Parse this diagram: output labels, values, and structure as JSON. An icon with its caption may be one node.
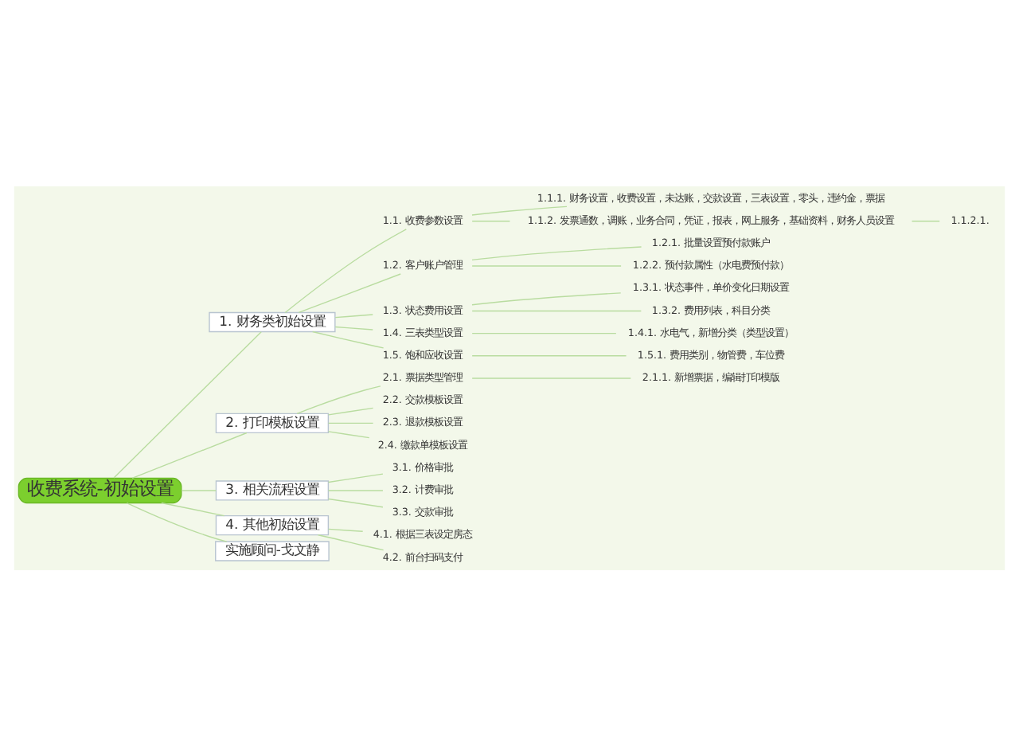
{
  "diagram": {
    "nodes": [
      {
        "text": [
          "收费系统-初始设置"
        ]
      },
      {
        "text": [
          "1. 财务类初始设置"
        ]
      },
      {
        "text": [
          "1.1. 收费参数设置"
        ]
      },
      {
        "text": [
          "1.1.1. 财务设置，收费设置，未达账，交款设置，三表设置，零头，违约金，票据"
        ]
      },
      {
        "text": [
          "1.1.2. 发票通数，调账，业务合同，凭证，报表，网上服务，基础资料，财务人员设置"
        ]
      },
      {
        "text": [
          "1.1.2.1."
        ]
      },
      {
        "text": [
          "1.2. 客户账户管理"
        ]
      },
      {
        "text": [
          "1.2.1. 批量设置预付款账户"
        ]
      },
      {
        "text": [
          "1.2.2. 预付款属性（水电费预付款）"
        ]
      },
      {
        "text": [
          "1.3. 状态费用设置"
        ]
      },
      {
        "text": [
          "1.3.1. 状态事件，单价变化日期设置"
        ]
      },
      {
        "text": [
          "1.3.2. 费用列表，科目分类"
        ]
      },
      {
        "text": [
          "1.4. 三表类型设置"
        ]
      },
      {
        "text": [
          "1.4.1. 水电气，新增分类（类型设置）"
        ]
      },
      {
        "text": [
          "1.5. 饱和应收设置"
        ]
      },
      {
        "text": [
          "1.5.1. 费用类别，物管费，车位费"
        ]
      },
      {
        "text": [
          "2. 打印模板设置"
        ]
      },
      {
        "text": [
          "2.1. 票据类型管理"
        ]
      },
      {
        "text": [
          "2.1.1. 新增票据，编辑打印模版"
        ]
      },
      {
        "text": [
          "2.2. 交款模板设置"
        ]
      },
      {
        "text": [
          "2.3. 退款模板设置"
        ]
      },
      {
        "text": [
          "2.4. 缴款单模板设置"
        ]
      },
      {
        "text": [
          "3. 相关流程设置"
        ]
      },
      {
        "text": [
          "3.1. 价格审批"
        ]
      },
      {
        "text": [
          "3.2. 计费审批"
        ]
      },
      {
        "text": [
          "3.3. 交款审批"
        ]
      },
      {
        "text": [
          "4. 其他初始设置"
        ]
      },
      {
        "text": [
          "4.1. 根据三表设定房态"
        ]
      },
      {
        "text": [
          "4.2. 前台扫码支付"
        ]
      },
      {
        "text": [
          "实施顾问-戈文静"
        ]
      }
    ],
    "edges": [
      {
        "from": 0,
        "to": 1,
        "arrow": "none"
      },
      {
        "from": 1,
        "to": 2,
        "arrow": "none"
      },
      {
        "from": 2,
        "to": 3,
        "arrow": "none"
      },
      {
        "from": 2,
        "to": 4,
        "arrow": "none"
      },
      {
        "from": 4,
        "to": 5,
        "arrow": "none"
      },
      {
        "from": 1,
        "to": 6,
        "arrow": "none"
      },
      {
        "from": 6,
        "to": 7,
        "arrow": "none"
      },
      {
        "from": 6,
        "to": 8,
        "arrow": "none"
      },
      {
        "from": 1,
        "to": 9,
        "arrow": "none"
      },
      {
        "from": 9,
        "to": 10,
        "arrow": "none"
      },
      {
        "from": 9,
        "to": 11,
        "arrow": "none"
      },
      {
        "from": 1,
        "to": 12,
        "arrow": "none"
      },
      {
        "from": 12,
        "to": 13,
        "arrow": "none"
      },
      {
        "from": 1,
        "to": 14,
        "arrow": "none"
      },
      {
        "from": 14,
        "to": 15,
        "arrow": "none"
      },
      {
        "from": 0,
        "to": 16,
        "arrow": "none"
      },
      {
        "from": 16,
        "to": 17,
        "arrow": "none"
      },
      {
        "from": 17,
        "to": 18,
        "arrow": "none"
      },
      {
        "from": 16,
        "to": 19,
        "arrow": "none"
      },
      {
        "from": 16,
        "to": 20,
        "arrow": "none"
      },
      {
        "from": 16,
        "to": 21,
        "arrow": "none"
      },
      {
        "from": 0,
        "to": 22,
        "arrow": "none"
      },
      {
        "from": 22,
        "to": 23,
        "arrow": "none"
      },
      {
        "from": 22,
        "to": 24,
        "arrow": "none"
      },
      {
        "from": 22,
        "to": 25,
        "arrow": "none"
      },
      {
        "from": 0,
        "to": 26,
        "arrow": "none"
      },
      {
        "from": 26,
        "to": 27,
        "arrow": "none"
      },
      {
        "from": 26,
        "to": 28,
        "arrow": "none"
      },
      {
        "from": 0,
        "to": 29,
        "arrow": "none"
      }
    ]
  }
}
